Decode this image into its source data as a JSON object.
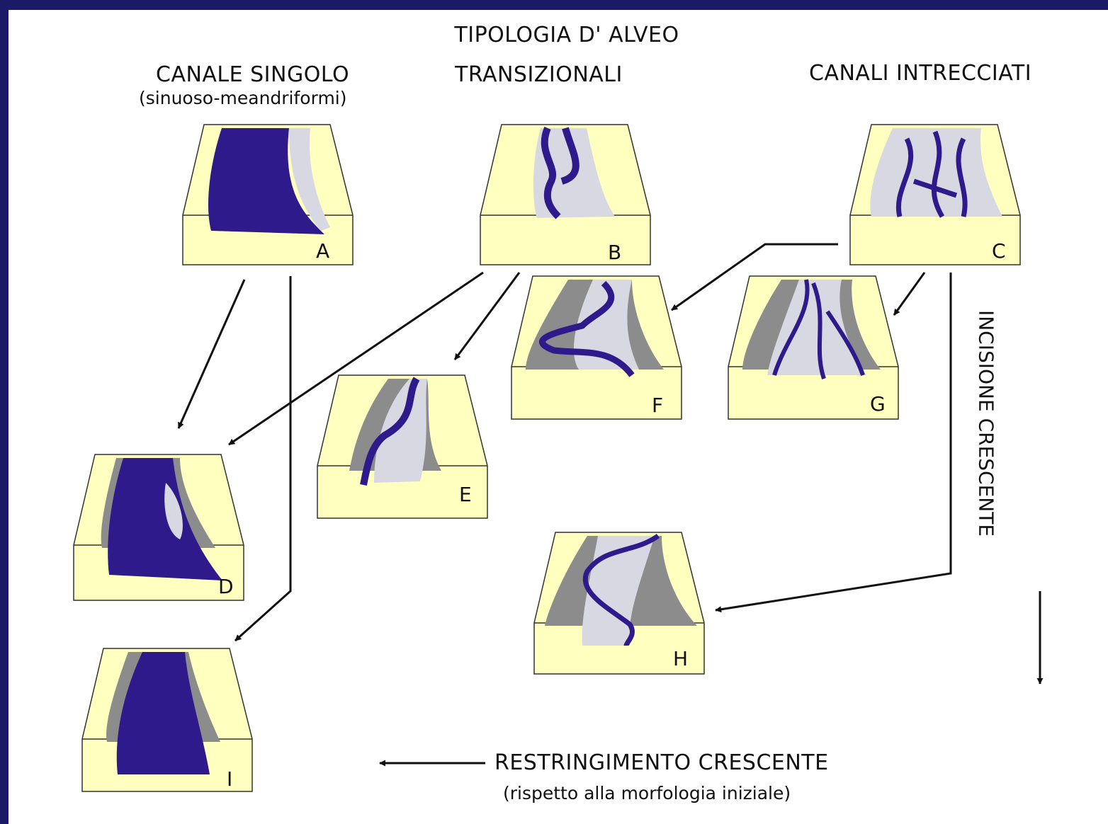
{
  "title": "TIPOLOGIA D' ALVEO",
  "columns": {
    "single": {
      "title": "CANALE SINGOLO",
      "subtitle": "(sinuoso-meandriformi)"
    },
    "transitional": {
      "title": "TRANSIZIONALI"
    },
    "braided": {
      "title": "CANALI INTRECCIATI"
    }
  },
  "blocks": [
    "A",
    "B",
    "C",
    "D",
    "E",
    "F",
    "G",
    "H",
    "I"
  ],
  "axis_vertical": "INCISIONE CRESCENTE",
  "axis_horizontal": {
    "label": "RESTRINGIMENTO CRESCENTE",
    "note": "(rispetto alla morfologia iniziale)"
  },
  "colors": {
    "frame": "#1a1a66",
    "paper": "#ffffff",
    "block": "#ffffc0",
    "water": "#2e1a8a",
    "bar": "#d8d8e2",
    "terrace": "#8c8c8c",
    "outline": "#333333"
  }
}
